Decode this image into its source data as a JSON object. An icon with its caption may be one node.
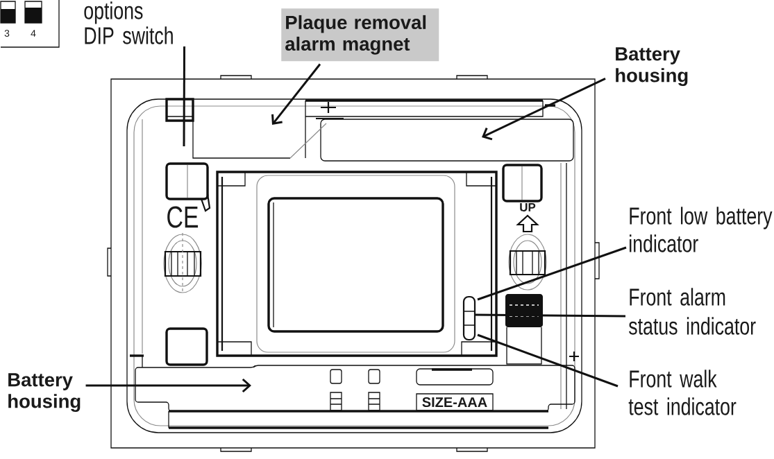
{
  "diagram": {
    "nodes": [
      {
        "text": [
          "options DIP switch"
        ]
      },
      {
        "text": [
          "Plaque removal alarm magnet"
        ]
      },
      {
        "text": [
          "Battery housing"
        ]
      },
      {
        "text": [
          "Front low battery indicator"
        ]
      },
      {
        "text": [
          "Front alarm status indicator"
        ]
      },
      {
        "text": [
          "Battery housing"
        ]
      },
      {
        "text": [
          "Front walk test indicator"
        ]
      }
    ],
    "edges": [
      {
        "from": 0,
        "to": null,
        "arrow": "none"
      },
      {
        "from": 1,
        "to": null,
        "arrow": "to"
      },
      {
        "from": 2,
        "to": null,
        "arrow": "to"
      },
      {
        "from": 3,
        "to": null,
        "arrow": "none"
      },
      {
        "from": 4,
        "to": null,
        "arrow": "none"
      },
      {
        "from": 5,
        "to": null,
        "arrow": "to"
      },
      {
        "from": 6,
        "to": null,
        "arrow": "none"
      }
    ],
    "labels": [
      "3",
      "4",
      "UP",
      "CE",
      "SIZE-AAA"
    ]
  }
}
